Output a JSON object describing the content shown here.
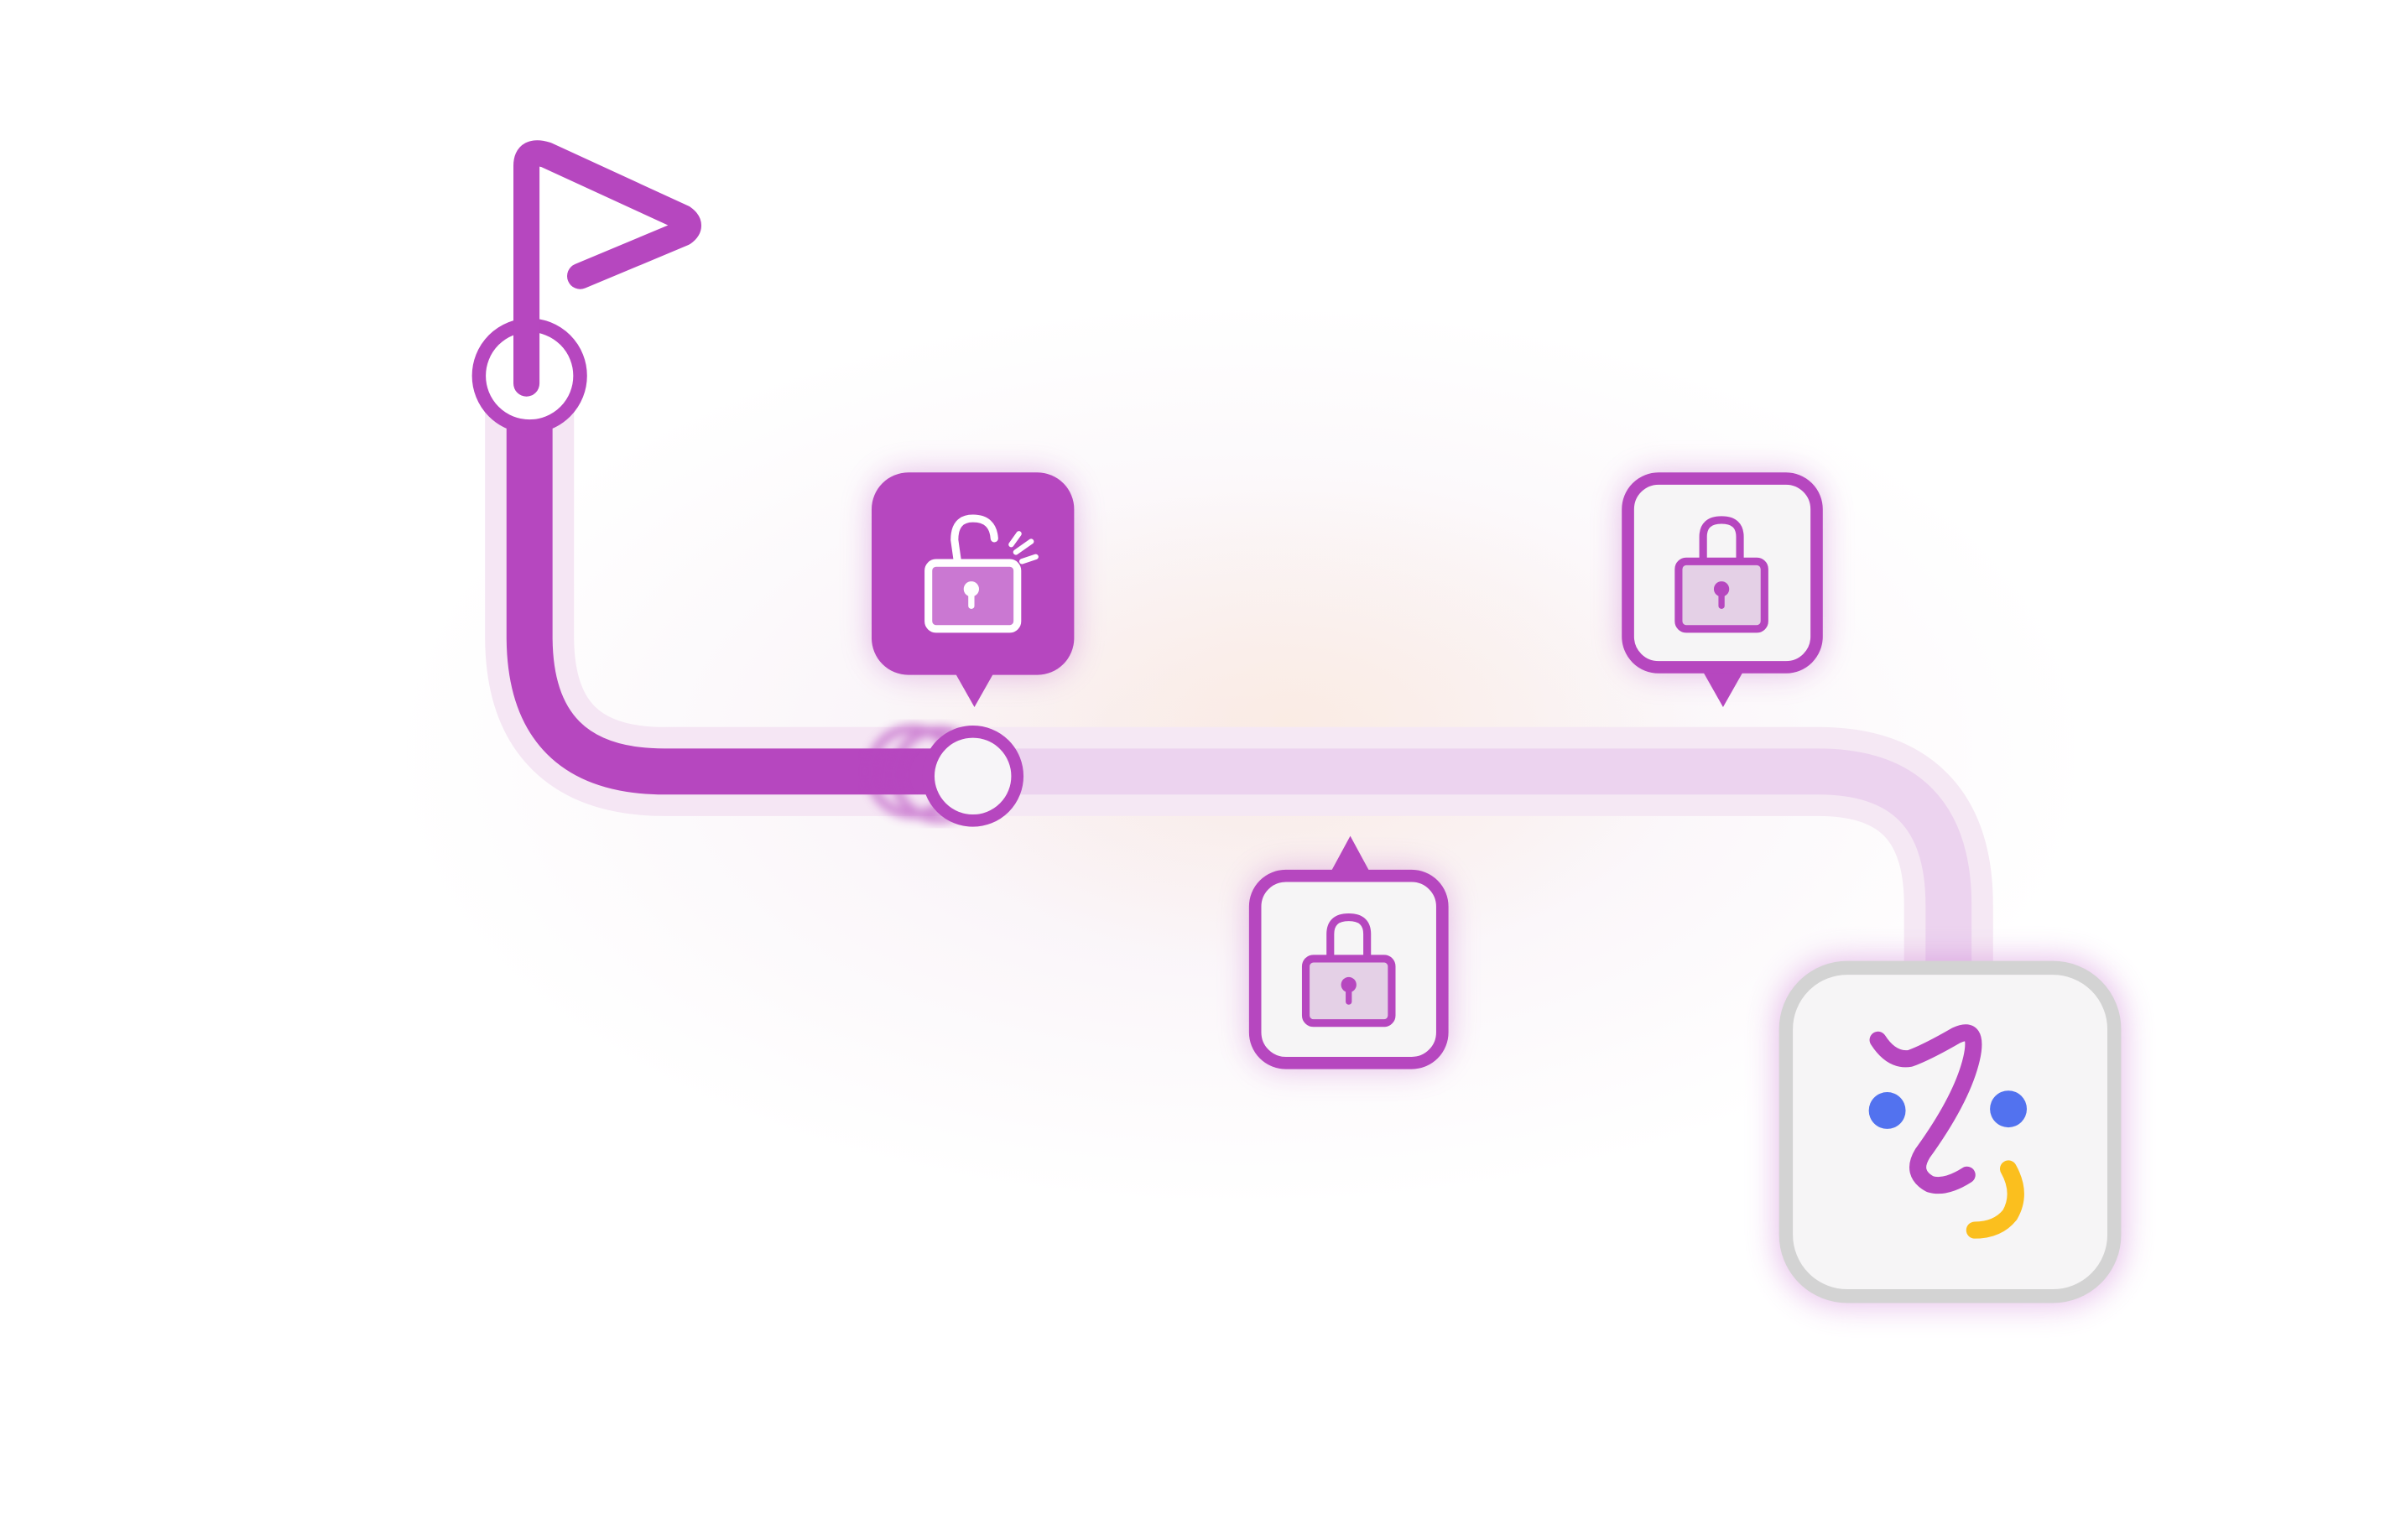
{
  "colors": {
    "accent": "#b647bf",
    "accent_light": "#ecd3ef",
    "halo": "#f5e6f4",
    "node_fill": "#f7f5f8",
    "card_fill": "#f6f5f6",
    "final_border": "#d3d3d3",
    "logo_blue": "#5272ef",
    "logo_yellow": "#fbbf1e"
  },
  "nodes": [
    {
      "id": "start",
      "icon": "flag-icon",
      "state": "completed"
    },
    {
      "id": "current",
      "icon": "unlocked-padlock-icon",
      "state": "unlocked"
    },
    {
      "id": "step-2",
      "icon": "padlock-icon",
      "state": "locked"
    },
    {
      "id": "step-3",
      "icon": "padlock-icon",
      "state": "locked"
    },
    {
      "id": "goal",
      "icon": "app-logo-icon",
      "state": "destination"
    }
  ],
  "progress": 0.35
}
